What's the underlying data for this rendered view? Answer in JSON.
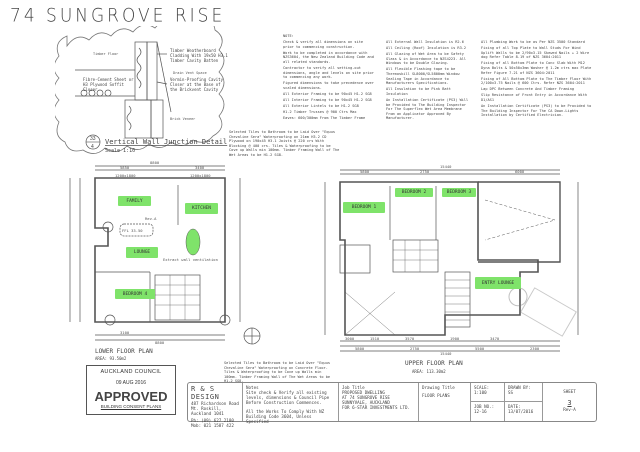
{
  "title": "74 SUNGROVE RISE",
  "detail": {
    "labels": [
      "Timber Floor",
      "Timber Weatherboard Cladding With 19x50 H3.1 Timber Cavity Batten",
      "Fibre-Cement Sheet or H3 Plywood Soffit Closer",
      "Drain Vent Space",
      "Vermin-Proofing Cavity Closer at the Base of the Brickvent Cavity",
      "Brick Veneer"
    ],
    "number": "33",
    "sheet": "4",
    "caption": "Vertical Wall Junction Detail",
    "scale": "Scale 1:10"
  },
  "notes": {
    "col1": [
      "NOTE:",
      "Check & verify all dimensions on site prior to commencing construction.",
      "Work to be completed in accordance with NZS3604, the New Zealand Building Code and all related standards.",
      "Contractor to verify all setting-out dimensions, angle and levels on site prior to commencing any work.",
      "Figured dimensions to take precedence over scaled dimensions.",
      "All Exterior Framing to be 90x45 H1.2 SG8",
      "All Interior Framing to be 90x45 H1.2 SG8",
      "All Exterior Lintels to be H1.2 SG8",
      "H1.2 Timber Trusses @ 900 Ctrs Max",
      "Eaves: 600/300mm From The Timber Frame"
    ],
    "col2": [
      "All External Wall Insulation is R2.6",
      "All Ceiling (Roof) Insulation is R3.2",
      "All Glazing of Wet Area to be Safety Glass & in Accordance to NZS4223. All Windows to be Double Glazing.",
      "All Flexible Flashing tape to be Thermoskill SL8000/SL5800mm Window Sealing Tape in Accordance to Manufacturers Specifications.",
      "All Insulation to be Pink Batt Insulation",
      "An Installation Certificate (PS3) Will be Provided to The Building Inspector For The Superflex Wet Area Membrane From an Applicator Approved By Manufacturer."
    ],
    "col3": [
      "All Plumbing Work to be as Per NZS 3500 Standard",
      "Fixing of all Top Plate to Wall Studs For Wind Uplift Walls to be 2/90x3.15 Skewed Nails + 2 Wire dog Refer Table 8.19 of NZS 3604:2011",
      "Fixing of all Bottom Plate to Conc Slab With M12 Dyna Bolts & 50x50x3mm Washer @ 1.2m ctrs max Plate Refer Figure 7.21 of NZS 3604:2011",
      "Fixing of All Bottom Plate to The Timber Floor With 2/100x3.75 Nails @ 600 Ctrs. Refer NZS 3604:2011",
      "Lap DPC Between Concrete And Timber Framing",
      "Slip Resistance of Front Entry in Accordance With D1/AS1",
      "An Installation Certificate (PS3) to be Provided to The Building Inspector For The CA Down-Lights Installation by Certified Electrician."
    ]
  },
  "callouts": {
    "upper": "Selected Tiles to Bathroom to be Laid Over \"Equus Chevaline Sera\" Waterproofing on 21mm H3.2 CD Plywood on 190x45 H3.1 Joists @ 220 crs With Blocking @ 400 crs. Tiles & Waterproofing to be Cove up Walls min 100mm. Timber Framing Wall of The Wet Areas to be H1.2 SG8.",
    "lower": "Selected Tiles to Bathroom to be Laid Over \"Equus Chevaline Sera\" Waterproofing on Concrete Floor. Tiles & Waterproofing to be Cove up Walls min 100mm. Timber Framing Wall of The Wet Areas to be H1.2 SG8."
  },
  "lower_plan": {
    "title": "LOWER FLOOR PLAN",
    "area": "AREA: 93.50m2",
    "rooms": [
      "FAMILY",
      "KITCHEN",
      "LOUNGE",
      "BEDROOM 4"
    ],
    "ffl": "FFL 33.50",
    "rev": "Rev-A",
    "note": "Extract wall ventilation",
    "dims": [
      "8800",
      "5850",
      "3400",
      "1200x1800",
      "1200x1800",
      "3100",
      "8800"
    ]
  },
  "upper_plan": {
    "title": "UPPER FLOOR PLAN",
    "area": "AREA: 113.30m2",
    "rooms": [
      "BEDROOM 1",
      "BEDROOM 2",
      "BEDROOM 3",
      "ENTRY LOUNGE"
    ],
    "dims_top": [
      "15440",
      "5800",
      "2750",
      "6000"
    ],
    "dims_bottom": [
      "3000",
      "1510",
      "3570",
      "1900",
      "3470",
      "5800",
      "2750",
      "5500",
      "2300",
      "15440"
    ]
  },
  "stamp": {
    "authority": "AUCKLAND COUNCIL",
    "date": "09 AUG 2016",
    "status": "APPROVED",
    "subtitle": "BUILDING CONSENT PLANS"
  },
  "title_block": {
    "company": "R & S DESIGN",
    "address": [
      "487 Richardson Road",
      "Mt. Roskill, Auckland 1041"
    ],
    "phone": [
      "Ph: (09) 627 2180",
      "Mob: 021 1587 422"
    ],
    "notes_label": "Notes",
    "notes": [
      "Site check & Verify all existing levels, dimensions & Council Pipe Before Construction Commences.",
      "All the Works To Comply With NZ Building Code 3604, Unless Specified"
    ],
    "job_title_label": "Job Title",
    "job_title": [
      "PROPOSED DWELLING",
      "AT 74 SUNGROVE RISE",
      "SUNNYVALE, AUCKLAND",
      "FOR 6-STAR INVESTMENTS LTD."
    ],
    "drawing_title_label": "Drawing Title",
    "drawing_title": "FLOOR PLANS",
    "scale_label": "SCALE:",
    "scale": "1:100",
    "drawn_by_label": "DRAWN BY:",
    "drawn_by": "SS",
    "sheet_label": "SHEET",
    "sheet": "3",
    "revision": "Rev-A",
    "job_no_label": "JOB NO.:",
    "job_no": "12-16",
    "date_label": "DATE:",
    "date": "13/07/2016"
  }
}
